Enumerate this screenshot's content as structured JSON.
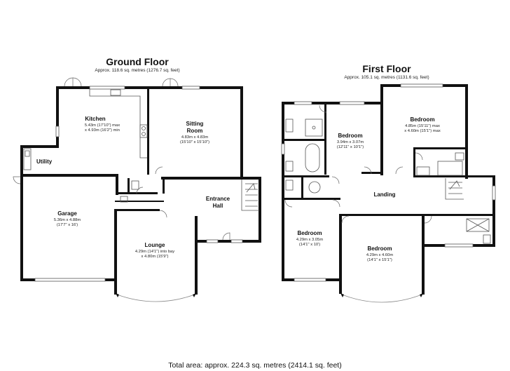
{
  "ground_floor": {
    "title": "Ground Floor",
    "area": "Approx. 118.6 sq. metres (1276.7 sq. feet)",
    "rooms": {
      "kitchen": {
        "name": "Kitchen",
        "dims": [
          "5.43m (17'10\") max",
          "x 4.93m (16'2\") min"
        ]
      },
      "sitting": {
        "name": [
          "Sitting",
          "Room"
        ],
        "dims": [
          "4.83m x 4.83m",
          "(15'10\" x 15'10\")"
        ]
      },
      "utility": {
        "name": "Utility"
      },
      "garage": {
        "name": "Garage",
        "dims": [
          "5.36m x 4.88m",
          "(17'7\" x 16')"
        ]
      },
      "hall": {
        "name": [
          "Entrance",
          "Hall"
        ]
      },
      "lounge": {
        "name": "Lounge",
        "dims": [
          "4.29m (14'1\") into bay",
          "x 4.80m (15'9\")"
        ]
      }
    }
  },
  "first_floor": {
    "title": "First Floor",
    "area": "Approx. 105.1 sq. metres (1131.6 sq. feet)",
    "rooms": {
      "bedroom_nw": {
        "name": "Bedroom",
        "dims": [
          "3.94m x 3.07m",
          "(12'11\" x 10'1\")"
        ]
      },
      "bedroom_ne": {
        "name": "Bedroom",
        "dims": [
          "4.85m (15'11\") max",
          "x 4.60m (15'1\") max"
        ]
      },
      "landing": {
        "name": "Landing"
      },
      "bedroom_sw": {
        "name": "Bedroom",
        "dims": [
          "4.29m x 3.05m",
          "(14'1\" x 10')"
        ]
      },
      "bedroom_se": {
        "name": "Bedroom",
        "dims": [
          "4.29m x 4.60m",
          "(14'1\" x 15'1\")"
        ]
      }
    }
  },
  "total_area": "Total area: approx. 224.3 sq. metres (2414.1 sq. feet)"
}
